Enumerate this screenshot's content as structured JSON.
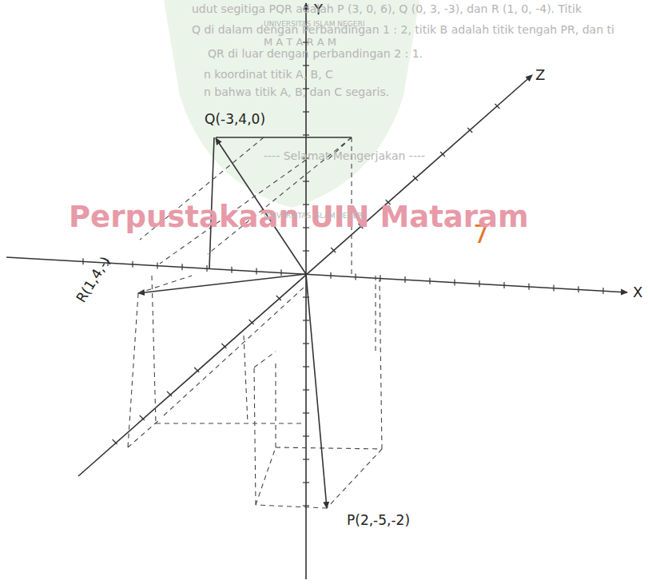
{
  "diagram": {
    "labels": [
      "Y",
      "Z",
      "X",
      "Q(-3,4,0)",
      "R(1,4,-)",
      "P(2,-5,-2)",
      "7",
      "Perpustakaan UIN Mataram",
      "udut segitiga PQR adalah P (3, 0, 6), Q (0, 3, -3), dan R (1, 0, -4). Titik",
      "UNIVERSITAS ISLAM NEGERI",
      "Q di dalam dengan Perbandingan 1 : 2, titik B adalah titik tengah PR, dan ti",
      "M A T A R A M",
      "QR di luar dengan perbandingan 2 : 1.",
      "n koordinat titik A, B, C",
      "n bahwa titik A, B, dan C segaris.",
      "---- Selamat Mengerjakan ----",
      "UNIVERSITAS ISLAM NEGERI"
    ]
  }
}
